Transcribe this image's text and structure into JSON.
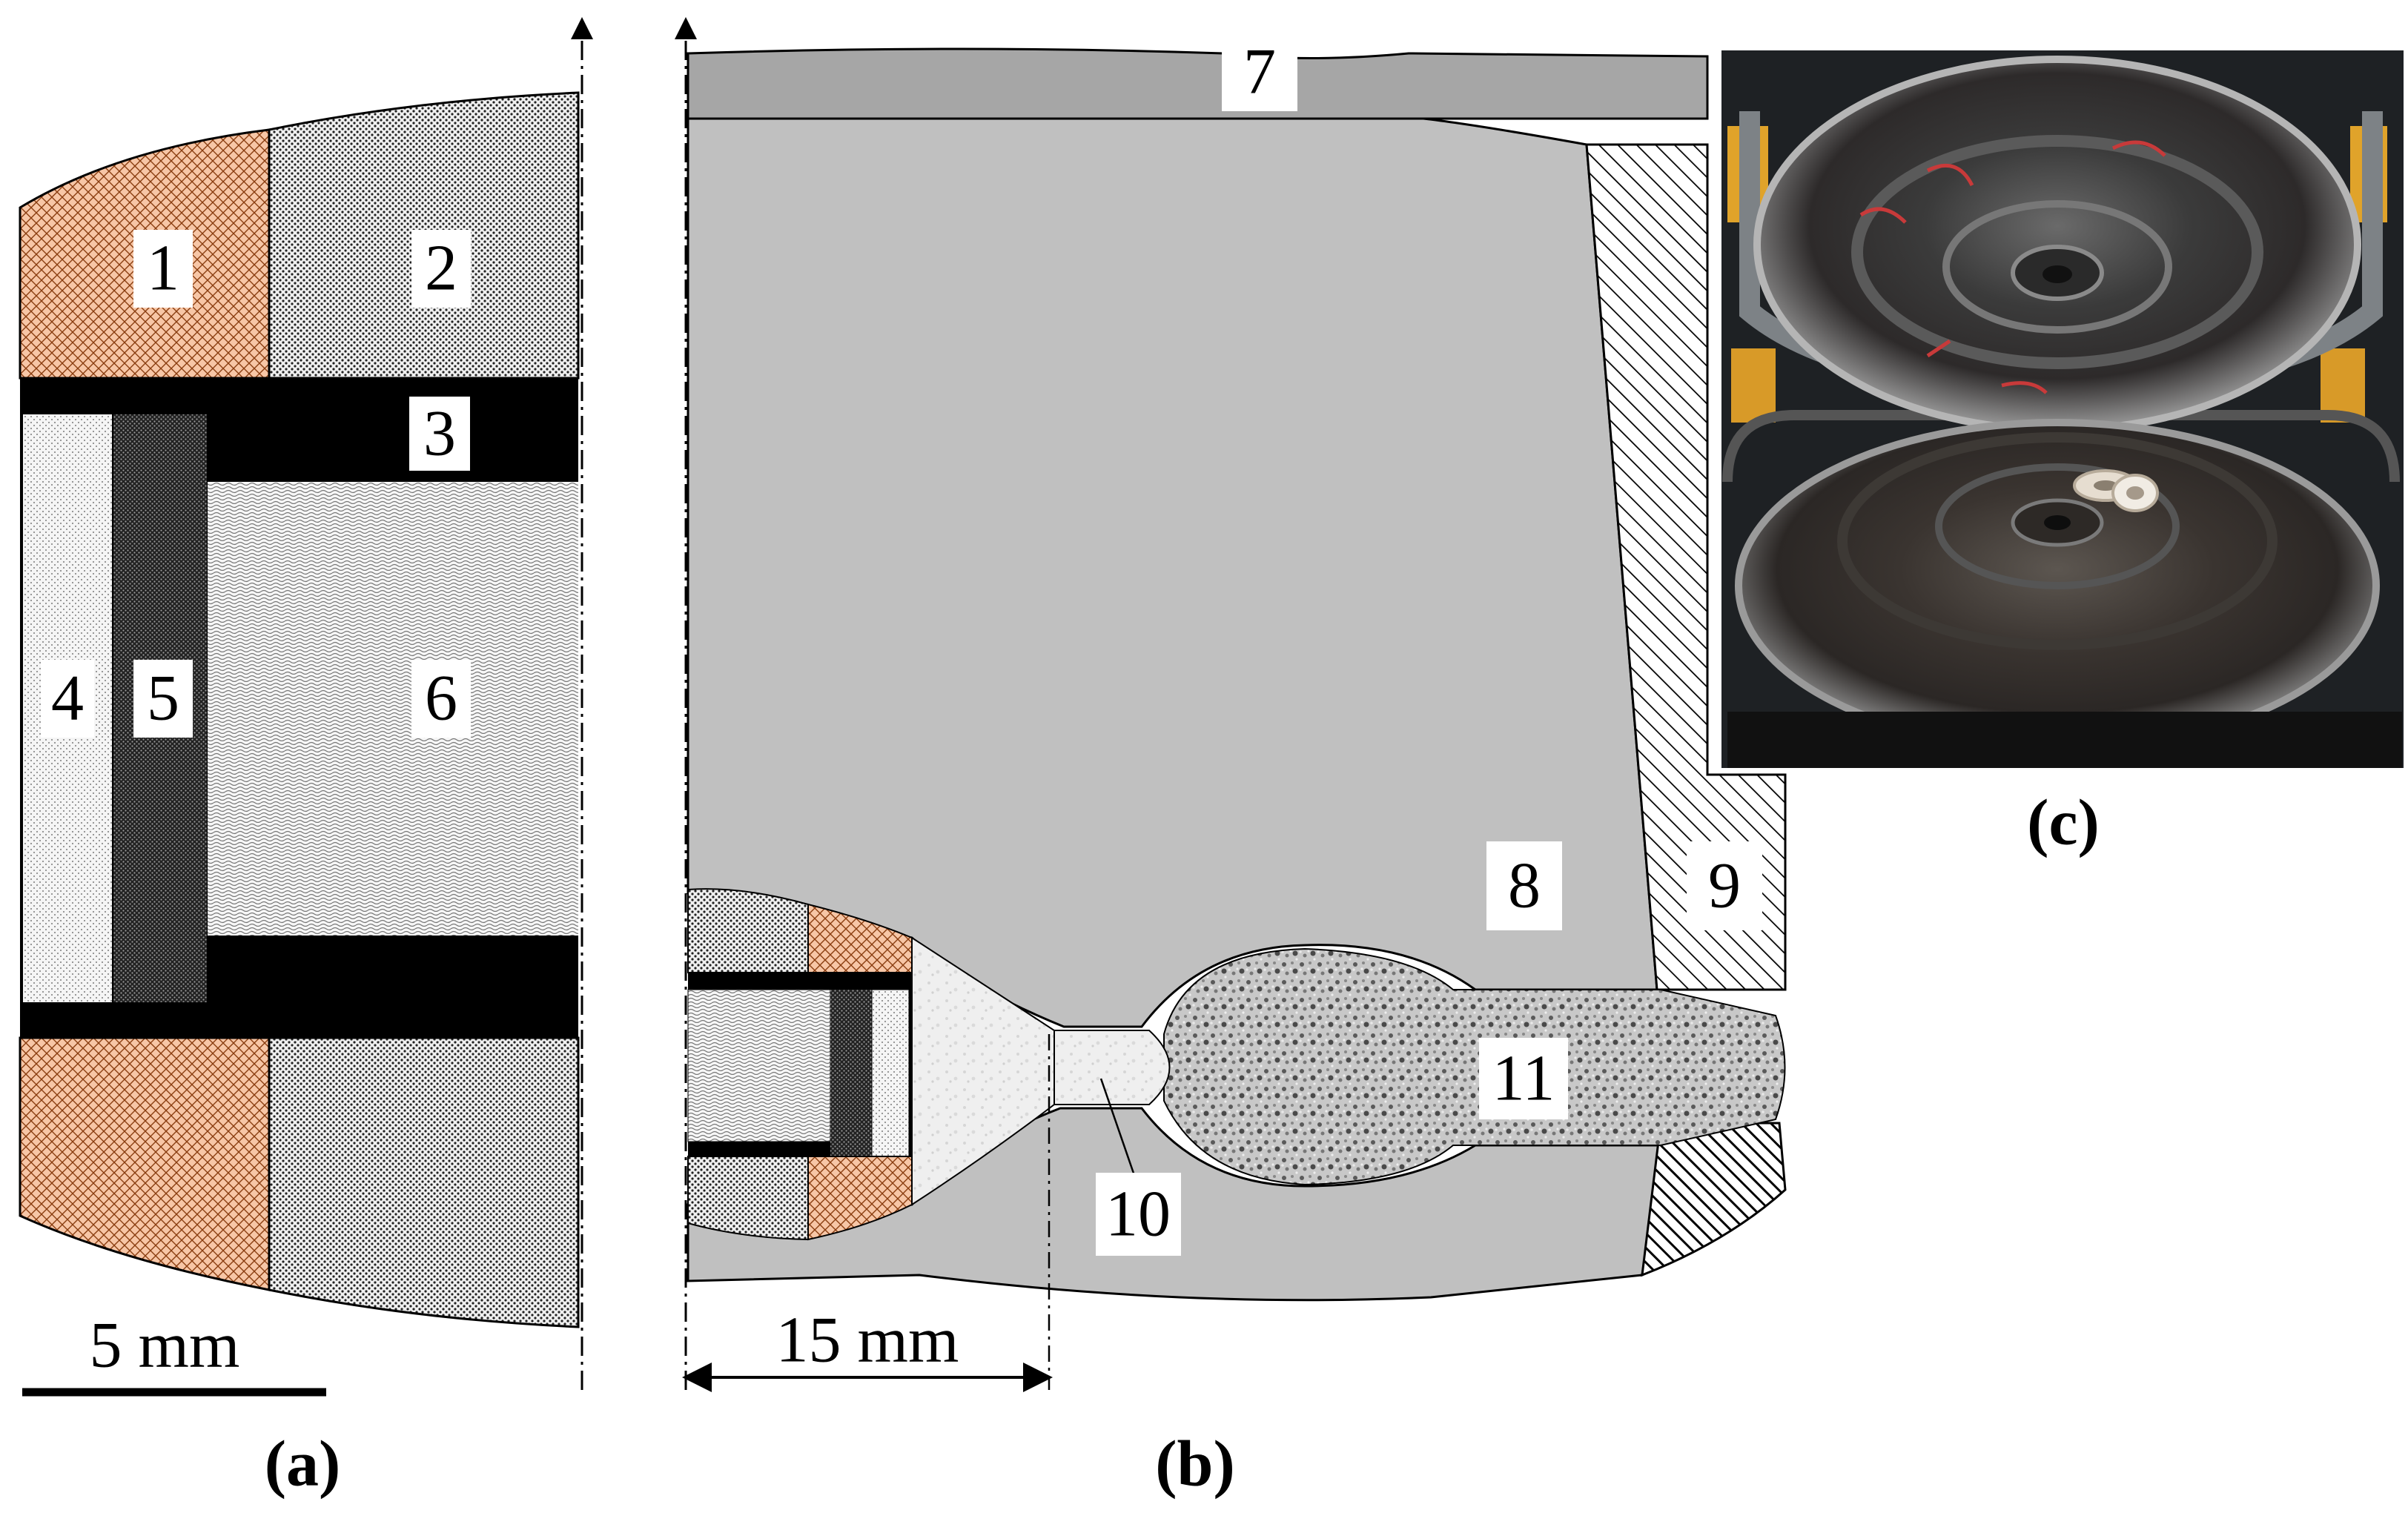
{
  "panels": {
    "a": {
      "caption": "(a)",
      "scale_label": "5 mm"
    },
    "b": {
      "caption": "(b)",
      "dimension_label": "15 mm"
    },
    "c": {
      "caption": "(c)"
    }
  },
  "part_labels": [
    "1",
    "2",
    "3",
    "4",
    "5",
    "6",
    "7",
    "8",
    "9",
    "10",
    "11"
  ],
  "colors": {
    "part1_fill": "#f7c6a6",
    "part2_fill": "#e6e6e6",
    "part3_fill": "#000000",
    "part4_fill": "#efefef",
    "part5_fill": "#2b2b2b",
    "part6_fill": "#f2f2f2",
    "part7_fill": "#a6a6a6",
    "part8_fill": "#c0c0c0",
    "part9_hatch": "#000000",
    "part10_fill": "#e9e9e9",
    "part11_fill": "#a0a0a0",
    "photo_bg": "#1e2124"
  }
}
